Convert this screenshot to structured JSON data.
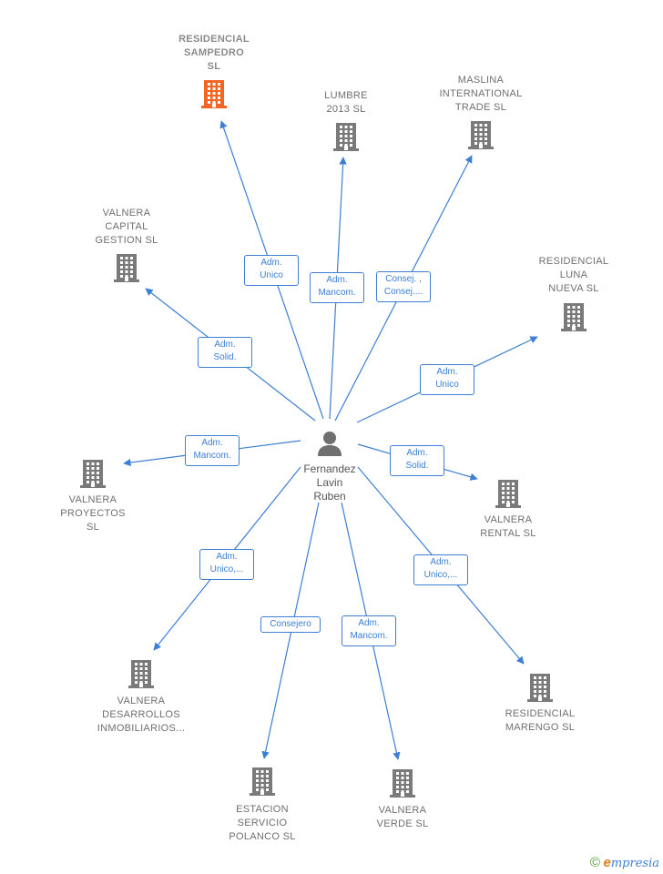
{
  "colors": {
    "edge": "#3d7fd4",
    "node": "#7a7a7a",
    "highlight": "#f26522"
  },
  "person": {
    "name": "Fernandez\nLavin\nRuben",
    "icon": "person-icon"
  },
  "nodes": [
    {
      "id": "residencial-sampedro",
      "label": "RESIDENCIAL\nSAMPEDRO\nSL",
      "highlight": true,
      "icon": "building-icon"
    },
    {
      "id": "lumbre-2013",
      "label": "LUMBRE\n2013  SL",
      "highlight": false,
      "icon": "building-icon"
    },
    {
      "id": "maslina-international-trade",
      "label": "MASLINA\nINTERNATIONAL\nTRADE  SL",
      "highlight": false,
      "icon": "building-icon"
    },
    {
      "id": "valnera-capital-gestion",
      "label": "VALNERA\nCAPITAL\nGESTION  SL",
      "highlight": false,
      "icon": "building-icon"
    },
    {
      "id": "residencial-luna-nueva",
      "label": "RESIDENCIAL\nLUNA\nNUEVA  SL",
      "highlight": false,
      "icon": "building-icon"
    },
    {
      "id": "valnera-proyectos",
      "label": "VALNERA\nPROYECTOS\nSL",
      "highlight": false,
      "icon": "building-icon"
    },
    {
      "id": "valnera-rental",
      "label": "VALNERA\nRENTAL  SL",
      "highlight": false,
      "icon": "building-icon"
    },
    {
      "id": "valnera-desarrollos",
      "label": "VALNERA\nDESARROLLOS\nINMOBILIARIOS...",
      "highlight": false,
      "icon": "building-icon"
    },
    {
      "id": "residencial-marengo",
      "label": "RESIDENCIAL\nMARENGO  SL",
      "highlight": false,
      "icon": "building-icon"
    },
    {
      "id": "estacion-servicio-polanco",
      "label": "ESTACION\nSERVICIO\nPOLANCO SL",
      "highlight": false,
      "icon": "building-icon"
    },
    {
      "id": "valnera-verde",
      "label": "VALNERA\nVERDE  SL",
      "highlight": false,
      "icon": "building-icon"
    }
  ],
  "edges": [
    {
      "to": "residencial-sampedro",
      "label": "Adm.\nUnico"
    },
    {
      "to": "lumbre-2013",
      "label": "Adm.\nMancom."
    },
    {
      "to": "maslina-international-trade",
      "label": "Consej. ,\nConsej...."
    },
    {
      "to": "valnera-capital-gestion",
      "label": "Adm.\nSolid."
    },
    {
      "to": "residencial-luna-nueva",
      "label": "Adm.\nUnico"
    },
    {
      "to": "valnera-proyectos",
      "label": "Adm.\nMancom."
    },
    {
      "to": "valnera-rental",
      "label": "Adm.\nSolid."
    },
    {
      "to": "valnera-desarrollos",
      "label": "Adm.\nUnico,..."
    },
    {
      "to": "residencial-marengo",
      "label": "Adm.\nUnico,..."
    },
    {
      "to": "estacion-servicio-polanco",
      "label": "Consejero"
    },
    {
      "to": "valnera-verde",
      "label": "Adm.\nMancom."
    }
  ],
  "footer": {
    "copyright": "©",
    "brand_initial": "e",
    "brand_rest": "mpresia"
  }
}
